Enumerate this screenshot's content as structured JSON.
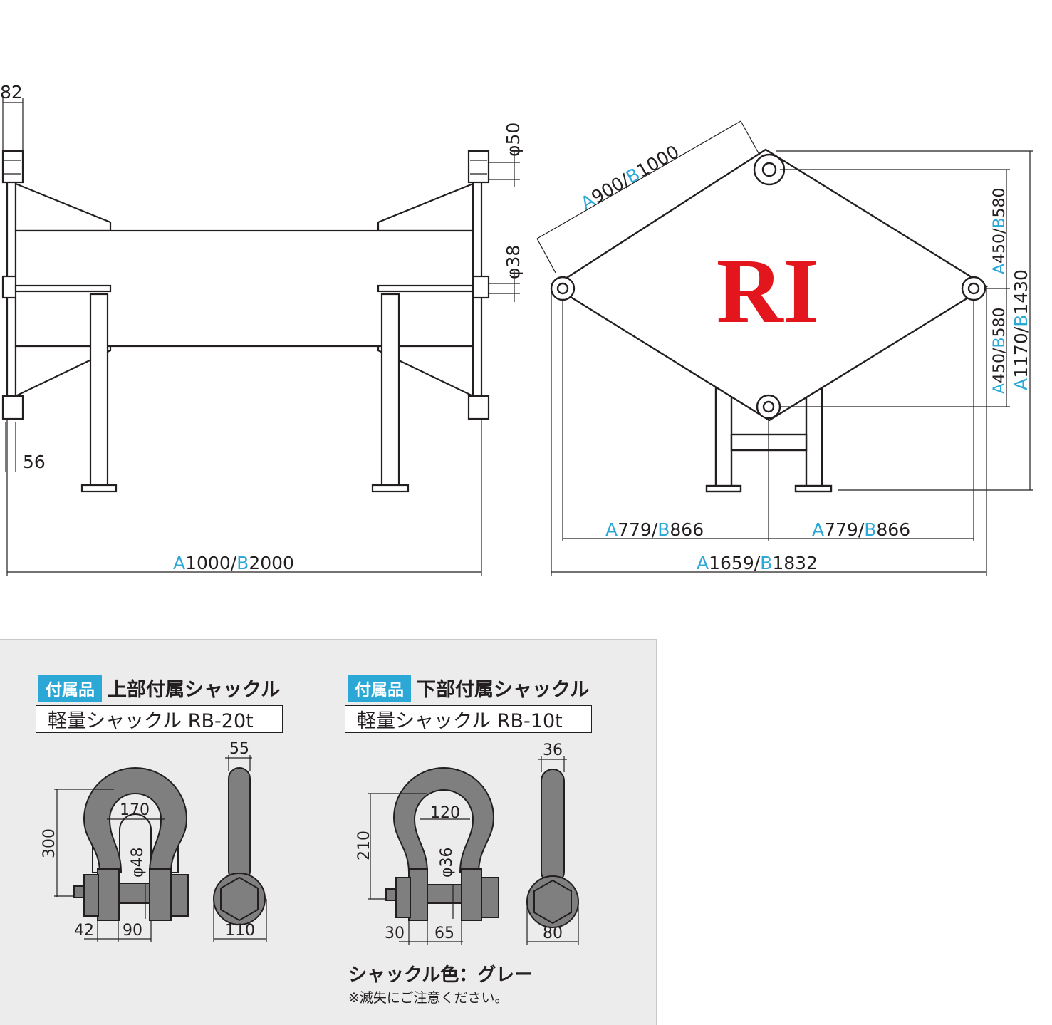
{
  "left_view": {
    "dim_82": "82",
    "dim_56": "56",
    "dim_phi50": "φ50",
    "dim_phi38": "φ38",
    "width_A_prefix": "A",
    "width_A": "1000/",
    "width_B_prefix": "B",
    "width_B": "2000"
  },
  "right_view": {
    "diag_A_prefix": "A",
    "diag_A": "900/",
    "diag_B_prefix": "B",
    "diag_B": "1000",
    "logo_text": "RI",
    "logo_color": "#e3161d",
    "half_left_A_prefix": "A",
    "half_left_A": "779/",
    "half_left_B_prefix": "B",
    "half_left_B": "866",
    "half_right_A_prefix": "A",
    "half_right_A": "779/",
    "half_right_B_prefix": "B",
    "half_right_B": "866",
    "total_A_prefix": "A",
    "total_A": "1659/",
    "total_B_prefix": "B",
    "total_B": "1832",
    "upper_v_A_prefix": "A",
    "upper_v_A": "450/",
    "upper_v_B_prefix": "B",
    "upper_v_B": "580",
    "lower_v_A_prefix": "A",
    "lower_v_A": "450/",
    "lower_v_B_prefix": "B",
    "lower_v_B": "580",
    "height_A_prefix": "A",
    "height_A": "1170/",
    "height_B_prefix": "B",
    "height_B": "1430"
  },
  "accessories": {
    "upper": {
      "tag": "付属品",
      "title": "上部付属シャックル",
      "model": "軽量シャックル RB-20t",
      "dims": {
        "width": "55",
        "height": "300",
        "inner": "170",
        "pin": "φ48",
        "bolt": "42",
        "span": "90",
        "eye": "110"
      }
    },
    "lower": {
      "tag": "付属品",
      "title": "下部付属シャックル",
      "model": "軽量シャックル RB-10t",
      "dims": {
        "width": "36",
        "height": "210",
        "inner": "120",
        "pin": "φ36",
        "bolt": "30",
        "span": "65",
        "eye": "80"
      }
    },
    "color_line": "シャックル色：グレー",
    "note": "※滅失にご注意ください。"
  },
  "colors": {
    "accent": "#2ba8d6",
    "shackle": "#7f7f7f",
    "panel_bg": "#ececec"
  }
}
